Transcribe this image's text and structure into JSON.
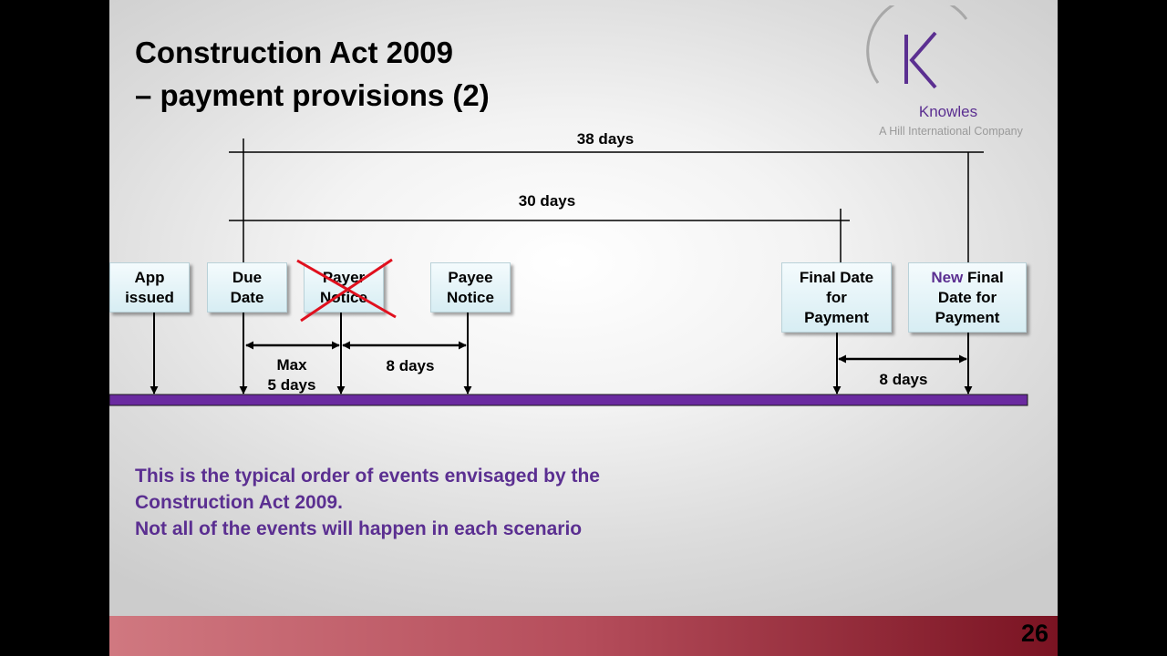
{
  "title": {
    "line1": "Construction Act 2009",
    "line2": "– payment provisions (2)"
  },
  "logo": {
    "name": "Knowles",
    "tagline": "A Hill International Company"
  },
  "spans": {
    "top": "38 days",
    "middle": "30 days"
  },
  "boxes": {
    "app_issued": [
      "App",
      "issued"
    ],
    "due_date": [
      "Due",
      "Date"
    ],
    "payer_notice": [
      "Payer",
      "Notice"
    ],
    "payee_notice": [
      "Payee",
      "Notice"
    ],
    "final_date": [
      "Final Date",
      "for",
      "Payment"
    ],
    "new_final_date": {
      "line1_highlight": "New",
      "line1_rest": " Final",
      "line2": "Date for",
      "line3": "Payment"
    }
  },
  "intervals": {
    "max_5_days": [
      "Max",
      "5 days"
    ],
    "payee_8_days": "8 days",
    "final_8_days": "8 days"
  },
  "note": {
    "lines": [
      "This is the typical order of events envisaged by the",
      "Construction Act 2009.",
      "Not all of the events will happen in each scenario"
    ]
  },
  "footer": {
    "page_number": "26"
  },
  "colors": {
    "accent": "#5b2f91",
    "timeline": "#6a2aa0",
    "cross": "#e0101e"
  }
}
